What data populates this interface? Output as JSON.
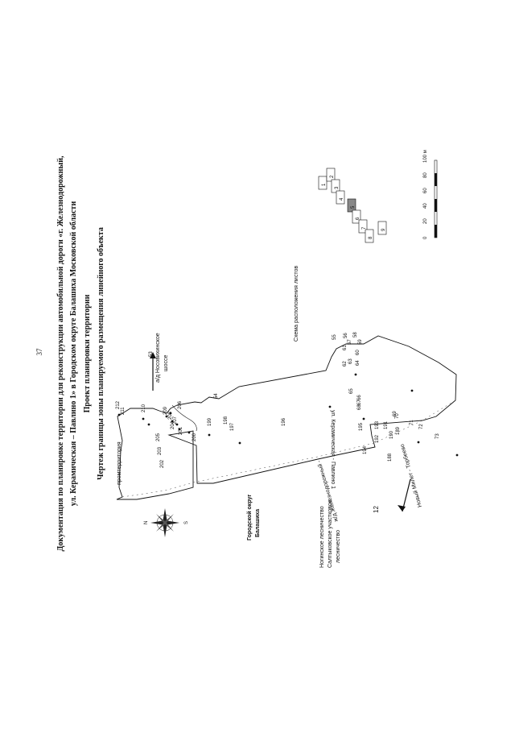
{
  "page_number": "37",
  "title_lines": [
    "Документация по планировке территории для реконструкции автомобильной дороги «г. Железнодорожный,",
    "ул. Керамическая – Павлино 1» в Городском округе Балашиха Московской области",
    "Проект планировки территории",
    "Чертеж границы зоны планируемого размещения линейного объекта"
  ],
  "roads": {
    "nosovikhinskoe_1": "а/д Носовихинское",
    "nosovikhinskoe_2": "шоссе",
    "keramicheskaya": "ул. Керамическая - Павлино 1",
    "rail_1": "ж/д Железнодорожный -",
    "rail_2": "Новый Милет - Торбеево"
  },
  "areas": {
    "promterritory": "промтерритория",
    "okrug_1": "Городской округ",
    "okrug_2": "Балашиха",
    "forest_1": "Ногинское лесничество",
    "forest_2": "Салтыковское участковое",
    "forest_3": "лесничество",
    "sheet_number": "12"
  },
  "compass": {
    "north": "N",
    "south": "S"
  },
  "points": [
    "212",
    "211",
    "210",
    "209",
    "208",
    "207",
    "206",
    "205",
    "204",
    "203",
    "202",
    "201",
    "200",
    "199",
    "198",
    "197",
    "196",
    "195",
    "194",
    "193",
    "192",
    "191",
    "190",
    "189",
    "188",
    "53",
    "54",
    "55",
    "56",
    "57",
    "58",
    "59",
    "60",
    "61",
    "62",
    "63",
    "64",
    "65",
    "66",
    "67",
    "68",
    "69",
    "70",
    "71",
    "72",
    "73"
  ],
  "index_map": {
    "title": "Схема расположения листов",
    "sheets": [
      "1",
      "2",
      "3",
      "4",
      "5",
      "6",
      "7",
      "8",
      "9"
    ]
  },
  "scale": {
    "ticks": [
      "0",
      "20",
      "40",
      "60",
      "80",
      "100 м"
    ]
  }
}
